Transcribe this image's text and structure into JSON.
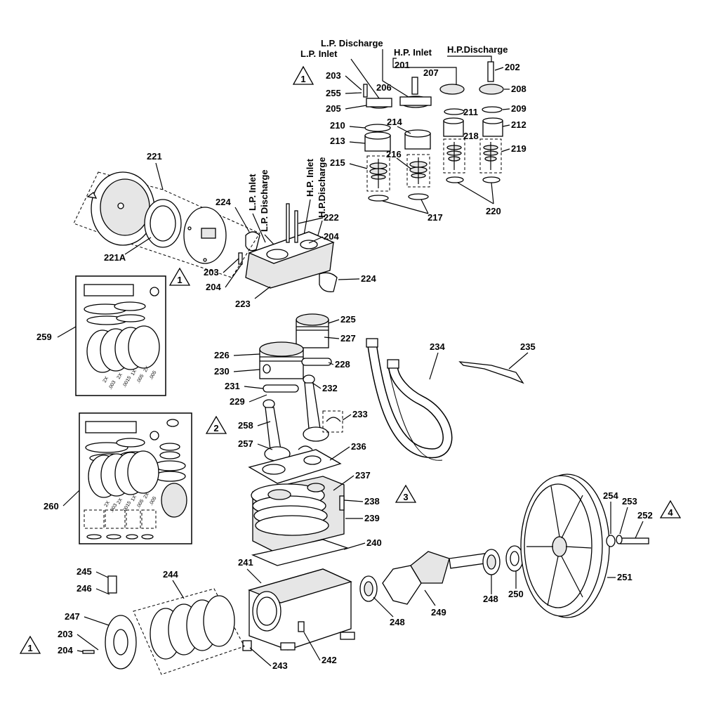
{
  "callouts": {
    "c201": "201",
    "c202": "202",
    "c203a": "203",
    "c203b": "203",
    "c203c": "203",
    "c204a": "204",
    "c204b": "204",
    "c204c": "204",
    "c205": "205",
    "c206": "206",
    "c207": "207",
    "c208": "208",
    "c209": "209",
    "c210": "210",
    "c211": "211",
    "c212": "212",
    "c213": "213",
    "c214": "214",
    "c215": "215",
    "c216": "216",
    "c217": "217",
    "c218": "218",
    "c219": "219",
    "c220": "220",
    "c221": "221",
    "c221a": "221A",
    "c222": "222",
    "c223": "223",
    "c224a": "224",
    "c224b": "224",
    "c225": "225",
    "c226": "226",
    "c227": "227",
    "c228": "228",
    "c229": "229",
    "c230": "230",
    "c231": "231",
    "c232": "232",
    "c233": "233",
    "c234": "234",
    "c235": "235",
    "c236": "236",
    "c237": "237",
    "c238": "238",
    "c239": "239",
    "c240": "240",
    "c241": "241",
    "c242": "242",
    "c243": "243",
    "c244": "244",
    "c245": "245",
    "c246": "246",
    "c247": "247",
    "c248a": "248",
    "c248b": "248",
    "c249": "249",
    "c250": "250",
    "c251": "251",
    "c252": "252",
    "c253": "253",
    "c254": "254",
    "c255": "255",
    "c257": "257",
    "c258": "258",
    "c259": "259",
    "c260": "260"
  },
  "annotations": {
    "lp_discharge": "L.P. Discharge",
    "lp_inlet": "L.P. Inlet",
    "hp_inlet": "H.P. Inlet",
    "hp_discharge": "H.P.Discharge",
    "head_lp_inlet": "L.P. Inlet",
    "head_lp_discharge": "L.P. Discharge",
    "head_hp_inlet": "H.P. Inlet",
    "head_hp_discharge": "H.P.Discharge"
  },
  "note_markers": {
    "n1a": "1",
    "n1b": "1",
    "n1c": "1",
    "n2": "2",
    "n3": "3",
    "n4": "4"
  },
  "kit_labels": {
    "k259_1": "2X",
    "k259_2": ".003",
    "k259_3": "2X",
    "k259_4": ".0015",
    "k259_5": "1X",
    "k259_6": ".005",
    "k259_7": "2X",
    "k259_8": ".005",
    "k260_1": "2X",
    "k260_2": ".003",
    "k260_3": "2X",
    "k260_4": ".0015",
    "k260_5": "1X",
    "k260_6": ".005",
    "k260_7": "2X",
    "k260_8": ".005"
  }
}
